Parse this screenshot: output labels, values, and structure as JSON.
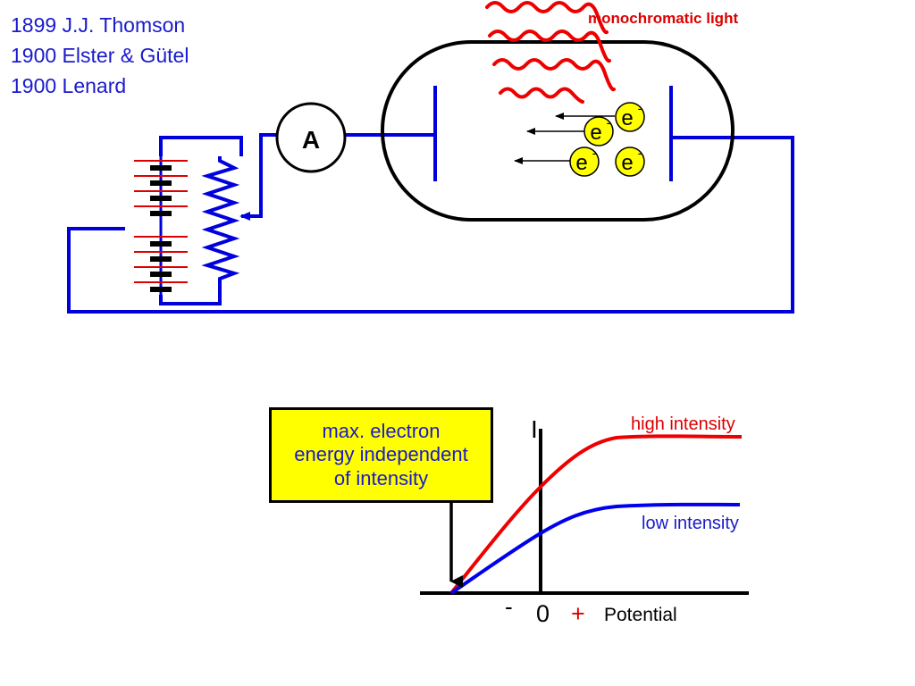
{
  "history": [
    "1899 J.J. Thomson",
    "1900 Elster & Gütel",
    "1900 Lenard"
  ],
  "light_label": "monochromatic light",
  "ammeter_label": "A",
  "electron_symbol": "e",
  "electron_charge": "-",
  "callout_lines": [
    "max. electron",
    "energy independent",
    "of intensity"
  ],
  "graph": {
    "y_axis_label": "I",
    "x_neg_label": "-",
    "x_zero_label": "0",
    "x_pos_label": "+",
    "x_axis_label": "Potential",
    "curve_high_label": "high intensity",
    "curve_low_label": "low intensity"
  },
  "colors": {
    "wire": "#0000dd",
    "light_wave": "#ee0000",
    "electron_fill": "#ffff00",
    "high_curve": "#ee0000",
    "low_curve": "#0000ee",
    "history_text": "#1a1acc",
    "callout_fill": "#ffff00"
  }
}
